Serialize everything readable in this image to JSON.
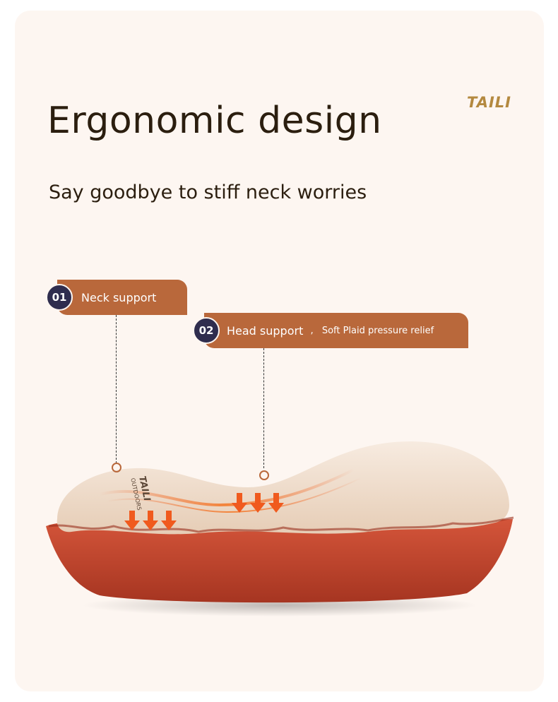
{
  "brand": "TAILI",
  "headline": "Ergonomic design",
  "subheadline": "Say goodbye to stiff neck worries",
  "callouts": [
    {
      "number": "01",
      "label": "Neck support"
    },
    {
      "number": "02",
      "label": "Head support",
      "separator": ",",
      "detail": "Soft Plaid pressure relief"
    }
  ],
  "pillow_print": {
    "brand": "TAILI",
    "line2": "OUTDOORS"
  },
  "colors": {
    "background": "#fdf6f1",
    "tag": "#b9683b",
    "badge": "#2f2d4e",
    "pillow_top": "#efdcca",
    "pillow_base": "#c5472f",
    "arrow": "#f05a1e"
  },
  "icons": [
    "down-arrow-icon"
  ]
}
